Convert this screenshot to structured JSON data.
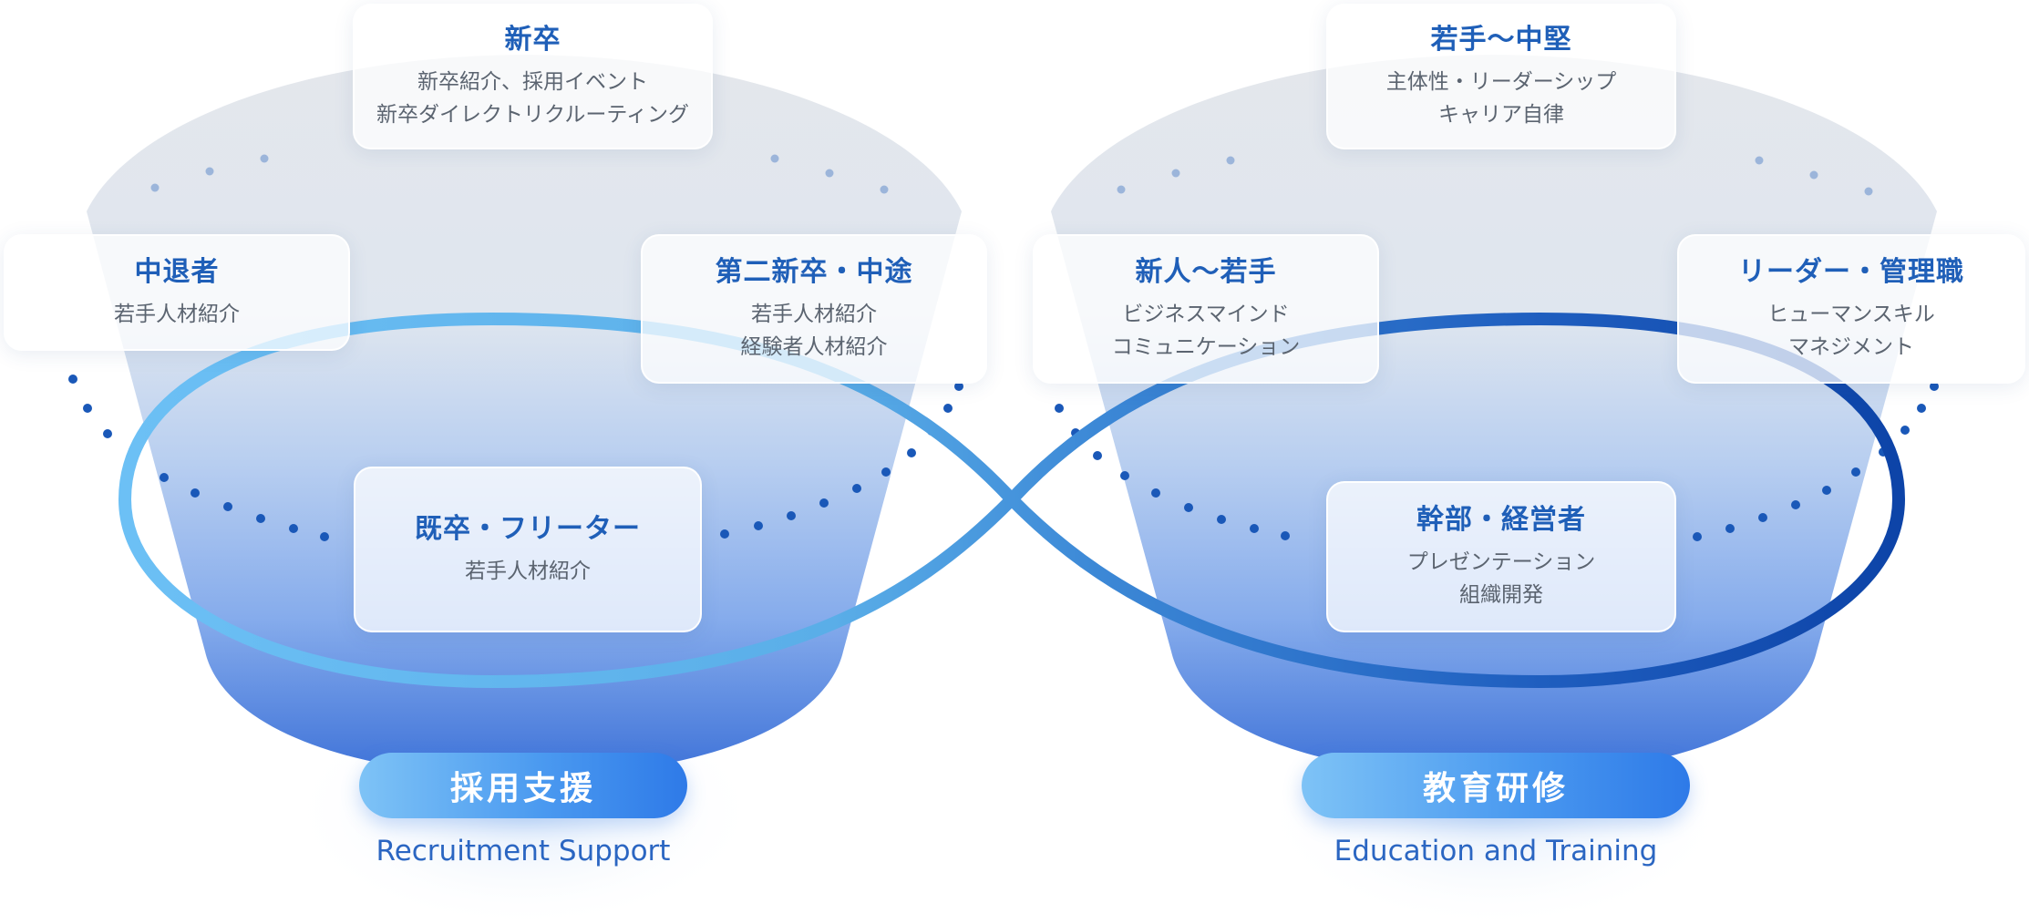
{
  "left_section": {
    "badge": "採用支援",
    "subtitle": "Recruitment Support",
    "cards": {
      "shinsotsu": {
        "title": "新卒",
        "lines": [
          "新卒紹介、採用イベント",
          "新卒ダイレクトリクルーティング"
        ]
      },
      "chutaisha": {
        "title": "中退者",
        "lines": [
          "若手人材紹介"
        ]
      },
      "dainishinsotsu": {
        "title": "第二新卒・中途",
        "lines": [
          "若手人材紹介",
          "経験者人材紹介"
        ]
      },
      "kisotsu": {
        "title": "既卒・フリーター",
        "lines": [
          "若手人材紹介"
        ]
      }
    }
  },
  "right_section": {
    "badge": "教育研修",
    "subtitle": "Education and Training",
    "cards": {
      "wakate_chuken": {
        "title": "若手〜中堅",
        "lines": [
          "主体性・リーダーシップ",
          "キャリア自律"
        ]
      },
      "shinjin_wakate": {
        "title": "新人〜若手",
        "lines": [
          "ビジネスマインド",
          "コミュニケーション"
        ]
      },
      "leader_kanri": {
        "title": "リーダー・管理職",
        "lines": [
          "ヒューマンスキル",
          "マネジメント"
        ]
      },
      "kanbu_keiei": {
        "title": "幹部・経営者",
        "lines": [
          "プレゼンテーション",
          "組織開発"
        ]
      }
    }
  },
  "colors": {
    "title_blue": "#1f5fb8",
    "badge_start": "#7ec3f6",
    "badge_end": "#2e7ae8",
    "loop_light": "#6cc0f5",
    "loop_dark": "#0d44a8",
    "dots": "#1a58b8"
  }
}
